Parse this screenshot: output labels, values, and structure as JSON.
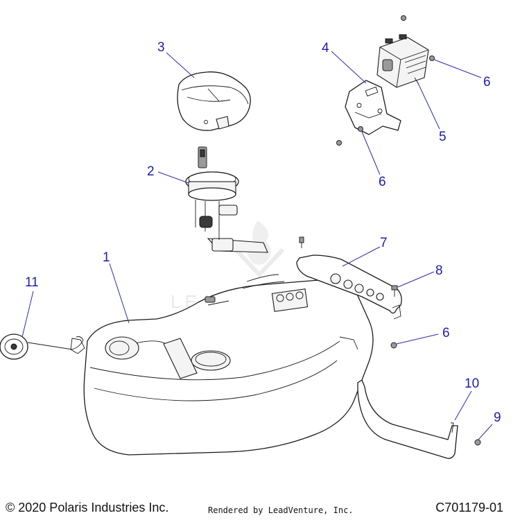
{
  "callouts": [
    {
      "id": "1",
      "label": "1"
    },
    {
      "id": "2",
      "label": "2"
    },
    {
      "id": "3",
      "label": "3"
    },
    {
      "id": "4",
      "label": "4"
    },
    {
      "id": "5",
      "label": "5"
    },
    {
      "id": "6a",
      "label": "6"
    },
    {
      "id": "6b",
      "label": "6"
    },
    {
      "id": "6c",
      "label": "6"
    },
    {
      "id": "7",
      "label": "7"
    },
    {
      "id": "8",
      "label": "8"
    },
    {
      "id": "9",
      "label": "9"
    },
    {
      "id": "10",
      "label": "10"
    },
    {
      "id": "11",
      "label": "11"
    }
  ],
  "watermark": "LEADVENTURE",
  "footer": {
    "copyright": "© 2020 Polaris Industries Inc.",
    "rendered_by": "Rendered by LeadVenture, Inc.",
    "part_code": "C701179-01"
  },
  "colors": {
    "callout": "#1c1ca8",
    "line": "#1a1a1a"
  }
}
